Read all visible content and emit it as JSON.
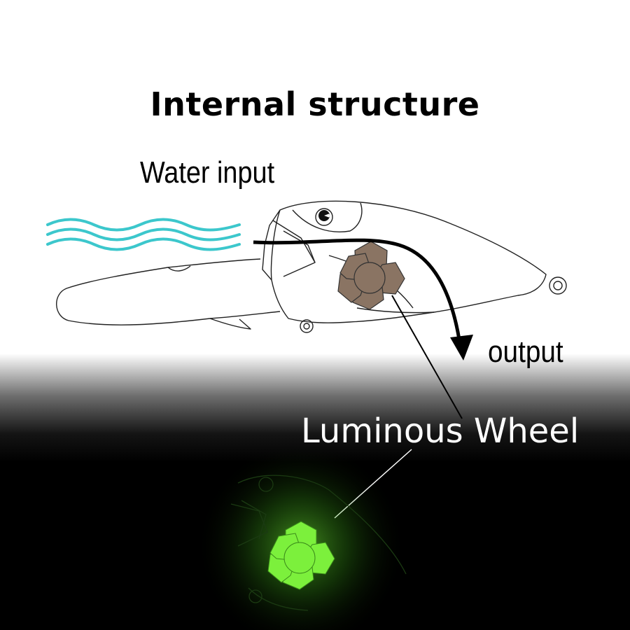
{
  "title": "Internal structure",
  "labels": {
    "water_input": "Water input",
    "output": "output",
    "luminous_wheel": "Luminous Wheel"
  },
  "colors": {
    "water_waves": "#3cc7cc",
    "wheel_fill": "#8a7463",
    "glow_green": "#7cff3a",
    "flow_arrow": "#000000"
  }
}
